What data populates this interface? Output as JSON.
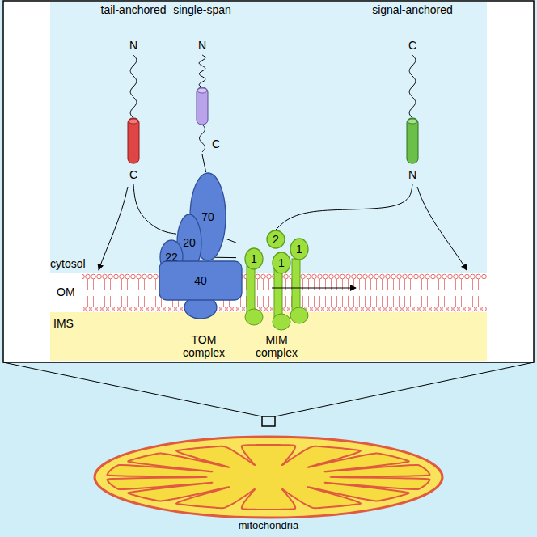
{
  "diagram": {
    "nodes": [
      {
        "text": [
          "tail-anchored",
          "N",
          "C"
        ]
      },
      {
        "text": [
          "single-span",
          "N",
          "C"
        ]
      },
      {
        "text": [
          "signal-anchored",
          "C",
          "N"
        ]
      },
      {
        "text": [
          "TOM complex"
        ]
      },
      {
        "text": [
          "22"
        ],
        "in": 3
      },
      {
        "text": [
          "20"
        ],
        "in": 3
      },
      {
        "text": [
          "70"
        ],
        "in": 3
      },
      {
        "text": [
          "40"
        ],
        "in": 3
      },
      {
        "text": [
          "MIM complex"
        ]
      },
      {
        "text": [
          "2"
        ],
        "in": 8
      },
      {
        "text": [
          "1"
        ],
        "in": 8
      },
      {
        "text": [
          "1"
        ],
        "in": 8
      },
      {
        "text": [
          "1"
        ],
        "in": 8
      },
      {
        "text": [
          "mitochondria"
        ]
      }
    ],
    "edges": [
      {
        "from": 0,
        "to": 5,
        "arrow": "none"
      },
      {
        "from": 1,
        "to": 6,
        "arrow": "none"
      },
      {
        "from": 6,
        "to": 8,
        "arrow": "none"
      },
      {
        "from": 5,
        "to": 8,
        "arrow": "none"
      },
      {
        "from": 2,
        "to": 9,
        "arrow": "none"
      }
    ],
    "labels": [
      "cytosol",
      "OM",
      "IMS"
    ]
  }
}
